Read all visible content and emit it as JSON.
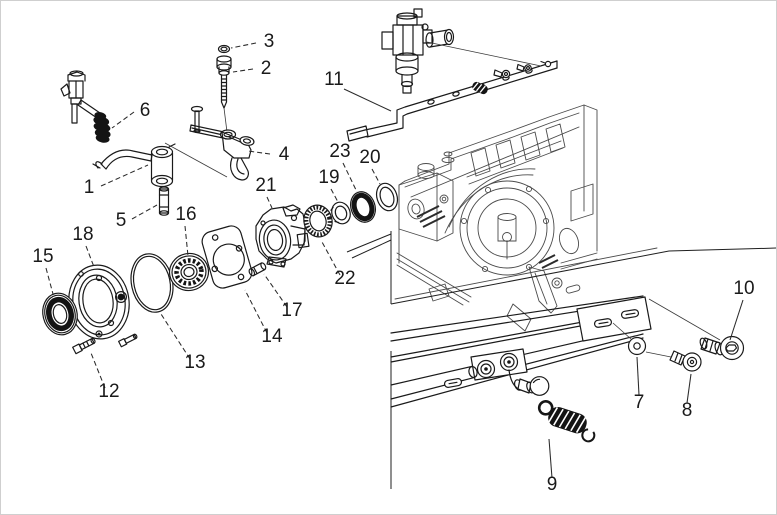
{
  "diagram": {
    "kind": "exploded-parts-diagram",
    "colors": {
      "background": "#ffffff",
      "line": "#1a1a1a",
      "secondary_line": "#4b4b4b",
      "dark_fill": "#141414"
    },
    "callouts": [
      {
        "label": "1"
      },
      {
        "label": "2"
      },
      {
        "label": "3"
      },
      {
        "label": "4"
      },
      {
        "label": "5"
      },
      {
        "label": "6"
      },
      {
        "label": "7"
      },
      {
        "label": "8"
      },
      {
        "label": "9"
      },
      {
        "label": "10"
      },
      {
        "label": "11"
      },
      {
        "label": "12"
      },
      {
        "label": "13"
      },
      {
        "label": "14"
      },
      {
        "label": "15"
      },
      {
        "label": "16"
      },
      {
        "label": "17"
      },
      {
        "label": "18"
      },
      {
        "label": "19"
      },
      {
        "label": "20"
      },
      {
        "label": "21"
      },
      {
        "label": "22"
      },
      {
        "label": "23"
      }
    ]
  }
}
